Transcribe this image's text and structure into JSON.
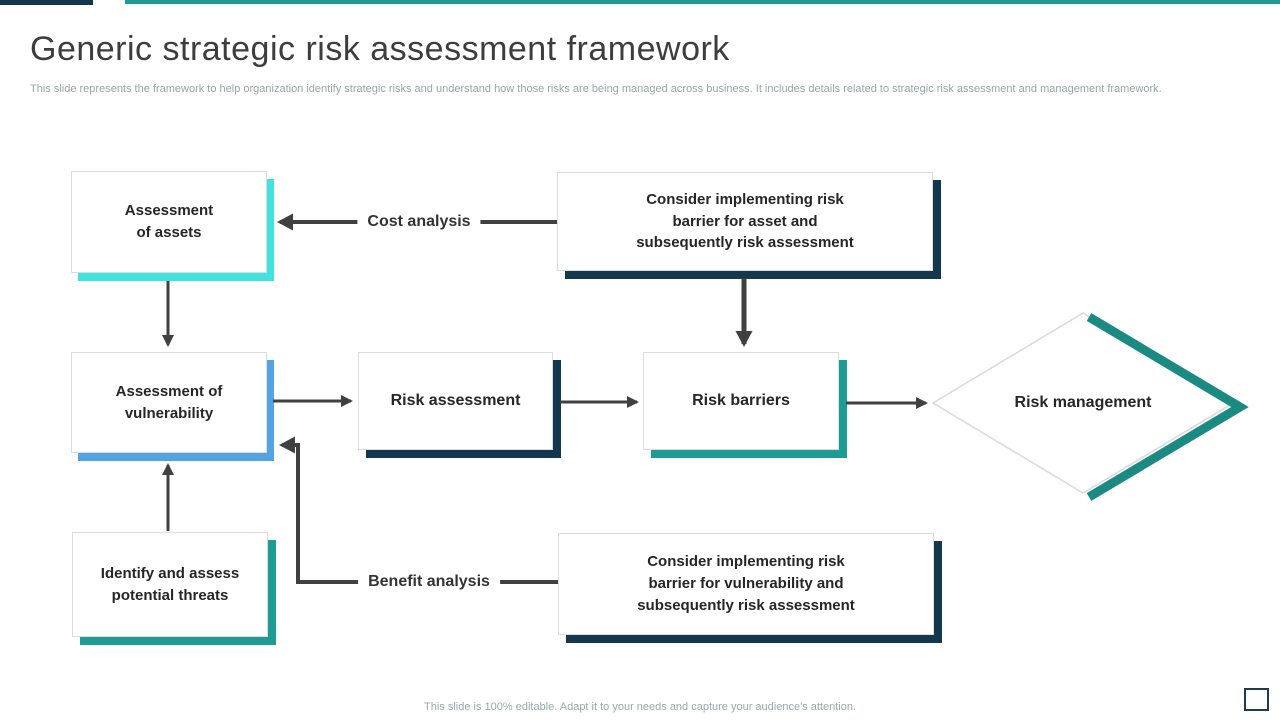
{
  "slide": {
    "title": "Generic strategic risk assessment framework",
    "subtitle": "This slide represents the framework to help organization identify strategic risks and understand how those risks are being managed across business. It includes details related to strategic risk assessment and management framework.",
    "footer": "This slide is 100% editable. Adapt it to your needs and capture your audience's attention."
  },
  "colors": {
    "accent_teal": "#1E9C94",
    "accent_navy": "#13384E",
    "accent_cyan": "#40E3E0",
    "accent_blue": "#54A4E4",
    "diamond_teal": "#1B8A82",
    "arrow_gray": "#404040",
    "title_text": "#3D3D3D",
    "muted_text": "#98A5A5"
  },
  "diagram": {
    "nodes": [
      {
        "id": "assessment-of-assets",
        "label": "Assessment\nof assets",
        "shadow": "cyan"
      },
      {
        "id": "consider-risk-barrier-asset",
        "label": "Consider implementing risk\nbarrier for asset and\nsubsequently risk assessment",
        "shadow": "navy"
      },
      {
        "id": "assessment-of-vulnerability",
        "label": "Assessment of\nvulnerability",
        "shadow": "blue"
      },
      {
        "id": "risk-assessment",
        "label": "Risk assessment",
        "shadow": "navy"
      },
      {
        "id": "risk-barriers",
        "label": "Risk barriers",
        "shadow": "teal"
      },
      {
        "id": "identify-potential-threats",
        "label": "Identify and assess\npotential threats",
        "shadow": "teal"
      },
      {
        "id": "consider-risk-barrier-vulnerability",
        "label": "Consider implementing risk\nbarrier for vulnerability and\nsubsequently risk assessment",
        "shadow": "navy"
      },
      {
        "id": "risk-management",
        "label": "Risk management",
        "shape": "diamond"
      }
    ],
    "connector_labels": [
      {
        "id": "cost-analysis",
        "text": "Cost analysis"
      },
      {
        "id": "benefit-analysis",
        "text": "Benefit analysis"
      }
    ]
  }
}
